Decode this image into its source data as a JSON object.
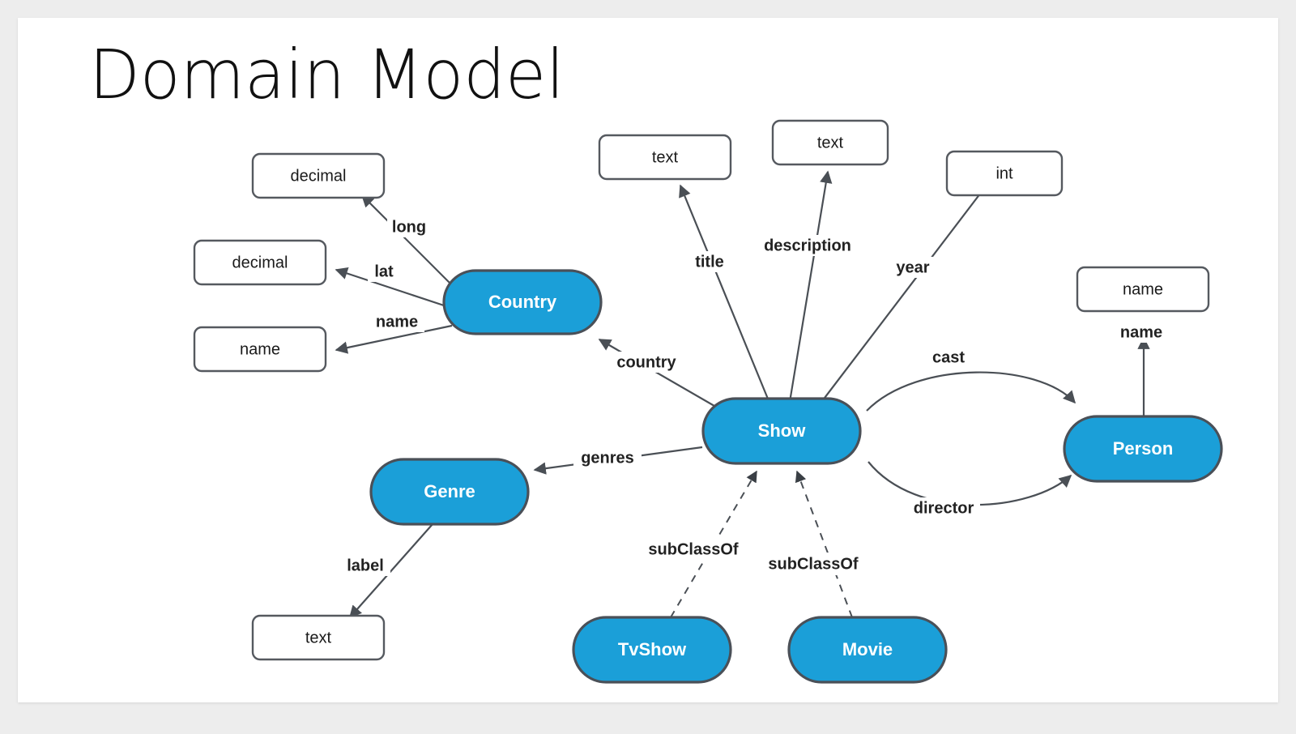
{
  "slide": {
    "title": "Domain Model",
    "background_color": "#ffffff",
    "page_background_color": "#ededed"
  },
  "theme": {
    "class_fill": "#1b9fd8",
    "class_stroke": "#4a5058",
    "class_text": "#ffffff",
    "literal_fill": "#ffffff",
    "literal_stroke": "#55595f",
    "literal_text": "#1a1a1a",
    "edge_stroke": "#4a4f55",
    "edge_label_text": "#222222"
  },
  "chart_data": {
    "type": "diagram",
    "title": "Domain Model",
    "notation": "entity-relationship / ontology graph",
    "node_kinds": {
      "class": "rounded pill, blue fill, white bold label",
      "literal": "rectangle, white fill, plain label"
    },
    "classes": [
      {
        "id": "country",
        "label": "Country"
      },
      {
        "id": "show",
        "label": "Show"
      },
      {
        "id": "genre",
        "label": "Genre"
      },
      {
        "id": "person",
        "label": "Person"
      },
      {
        "id": "tvshow",
        "label": "TvShow"
      },
      {
        "id": "movie",
        "label": "Movie"
      }
    ],
    "literals": [
      {
        "id": "lit-long",
        "label": "decimal"
      },
      {
        "id": "lit-lat",
        "label": "decimal"
      },
      {
        "id": "lit-country-name",
        "label": "name"
      },
      {
        "id": "lit-title",
        "label": "text"
      },
      {
        "id": "lit-description",
        "label": "text"
      },
      {
        "id": "lit-year",
        "label": "int"
      },
      {
        "id": "lit-person-name",
        "label": "name"
      },
      {
        "id": "lit-genre-label",
        "label": "text"
      }
    ],
    "edges": [
      {
        "from": "country",
        "to": "lit-long",
        "label": "long",
        "style": "solid",
        "arrow": true
      },
      {
        "from": "country",
        "to": "lit-lat",
        "label": "lat",
        "style": "solid",
        "arrow": true
      },
      {
        "from": "country",
        "to": "lit-country-name",
        "label": "name",
        "style": "solid",
        "arrow": true
      },
      {
        "from": "show",
        "to": "lit-title",
        "label": "title",
        "style": "solid",
        "arrow": true
      },
      {
        "from": "show",
        "to": "lit-description",
        "label": "description",
        "style": "solid",
        "arrow": true
      },
      {
        "from": "show",
        "to": "lit-year",
        "label": "year",
        "style": "solid",
        "arrow": true
      },
      {
        "from": "show",
        "to": "country",
        "label": "country",
        "style": "solid",
        "arrow": true
      },
      {
        "from": "show",
        "to": "genre",
        "label": "genres",
        "style": "solid",
        "arrow": true
      },
      {
        "from": "show",
        "to": "person",
        "label": "cast",
        "style": "solid-curved",
        "arrow": true
      },
      {
        "from": "show",
        "to": "person",
        "label": "director",
        "style": "solid-curved",
        "arrow": true
      },
      {
        "from": "person",
        "to": "lit-person-name",
        "label": "name",
        "style": "solid",
        "arrow": true
      },
      {
        "from": "genre",
        "to": "lit-genre-label",
        "label": "label",
        "style": "solid",
        "arrow": true
      },
      {
        "from": "tvshow",
        "to": "show",
        "label": "subClassOf",
        "style": "dashed",
        "arrow": true
      },
      {
        "from": "movie",
        "to": "show",
        "label": "subClassOf",
        "style": "dashed",
        "arrow": true
      }
    ]
  },
  "nodes": {
    "country": {
      "label": "Country"
    },
    "show": {
      "label": "Show"
    },
    "genre": {
      "label": "Genre"
    },
    "person": {
      "label": "Person"
    },
    "tvshow": {
      "label": "TvShow"
    },
    "movie": {
      "label": "Movie"
    },
    "lit_long": {
      "label": "decimal"
    },
    "lit_lat": {
      "label": "decimal"
    },
    "lit_country_name": {
      "label": "name"
    },
    "lit_title": {
      "label": "text"
    },
    "lit_description": {
      "label": "text"
    },
    "lit_year": {
      "label": "int"
    },
    "lit_person_name": {
      "label": "name"
    },
    "lit_genre_label": {
      "label": "text"
    }
  },
  "edge_labels": {
    "long": "long",
    "lat": "lat",
    "country_name": "name",
    "title": "title",
    "description": "description",
    "year": "year",
    "country": "country",
    "genres": "genres",
    "cast": "cast",
    "director": "director",
    "person_name": "name",
    "genre_label": "label",
    "subclassof_tvshow": "subClassOf",
    "subclassof_movie": "subClassOf"
  }
}
